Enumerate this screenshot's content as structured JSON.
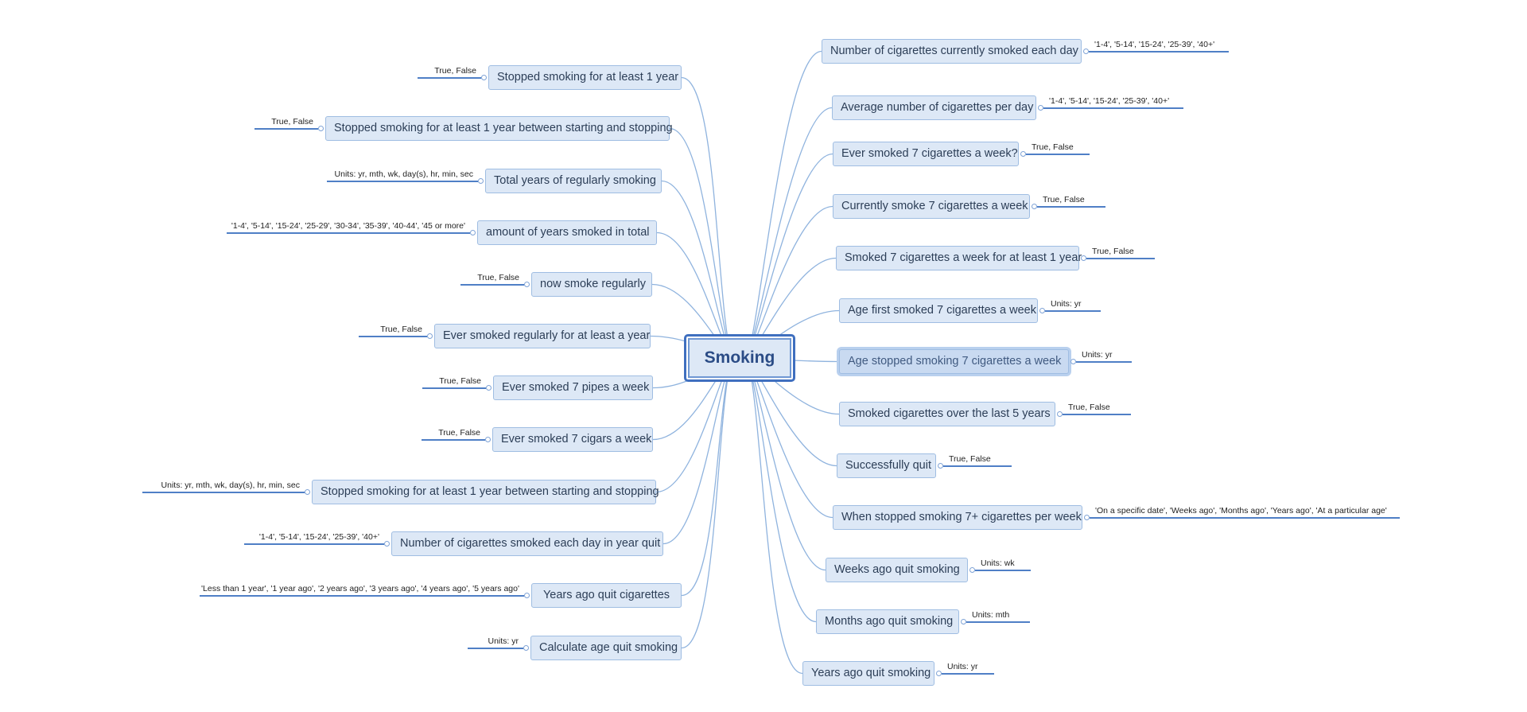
{
  "central_topic": "Smoking",
  "right_topics": [
    {
      "label": "Number of cigarettes currently smoked each day",
      "note": "'1-4', '5-14', '15-24', '25-39', '40+'"
    },
    {
      "label": "Average number of cigarettes per day",
      "note": "'1-4', '5-14', '15-24', '25-39', '40+'"
    },
    {
      "label": "Ever smoked 7 cigarettes a week?",
      "note": "True, False"
    },
    {
      "label": "Currently smoke 7 cigarettes a week",
      "note": "True, False"
    },
    {
      "label": "Smoked 7 cigarettes a week for at least 1 year",
      "note": "True, False"
    },
    {
      "label": "Age first smoked 7 cigarettes a week",
      "note": "Units: yr"
    },
    {
      "label": "Age stopped smoking 7 cigarettes a week",
      "note": "Units: yr",
      "selected": true
    },
    {
      "label": "Smoked cigarettes over the last 5 years",
      "note": "True, False"
    },
    {
      "label": "Successfully quit",
      "note": "True, False"
    },
    {
      "label": "When stopped smoking 7+ cigarettes per week",
      "note": "'On a specific date', 'Weeks ago', 'Months ago', 'Years ago', 'At a particular age'"
    },
    {
      "label": "Weeks ago quit smoking",
      "note": "Units: wk"
    },
    {
      "label": "Months ago quit smoking",
      "note": "Units: mth"
    },
    {
      "label": "Years ago quit smoking",
      "note": "Units: yr"
    }
  ],
  "left_topics": [
    {
      "label": "Stopped smoking for at least 1 year",
      "note": "True, False"
    },
    {
      "label": "Stopped smoking for at least 1 year between starting and stopping",
      "note": "True, False"
    },
    {
      "label": "Total years of regularly smoking",
      "note": "Units: yr, mth, wk, day(s), hr, min, sec"
    },
    {
      "label": "amount of years smoked in total",
      "note": "'1-4', '5-14', '15-24', '25-29', '30-34', '35-39', '40-44', '45 or more'"
    },
    {
      "label": "now smoke regularly",
      "note": "True, False"
    },
    {
      "label": "Ever smoked regularly for at least a year",
      "note": "True, False"
    },
    {
      "label": "Ever smoked 7 pipes a week",
      "note": "True, False"
    },
    {
      "label": "Ever smoked 7 cigars a week",
      "note": "True, False"
    },
    {
      "label": "Stopped smoking for at least 1 year between starting and stopping",
      "note": "Units: yr, mth, wk, day(s), hr, min, sec"
    },
    {
      "label": "Number of cigarettes smoked each day in year quit",
      "note": "'1-4', '5-14', '15-24', '25-39', '40+'"
    },
    {
      "label": "Years ago quit cigarettes",
      "note": "'Less than 1 year', '1 year ago', '2 years ago', '3 years ago', '4 years ago', '5 years ago'"
    },
    {
      "label": "Calculate age quit smoking",
      "note": "Units: yr"
    }
  ],
  "colors": {
    "node_fill": "#dde8f6",
    "node_border": "#9fbde2",
    "connector": "#8fb3de",
    "central_border": "#3f6fbf",
    "note_underline": "#4f7fc6"
  }
}
